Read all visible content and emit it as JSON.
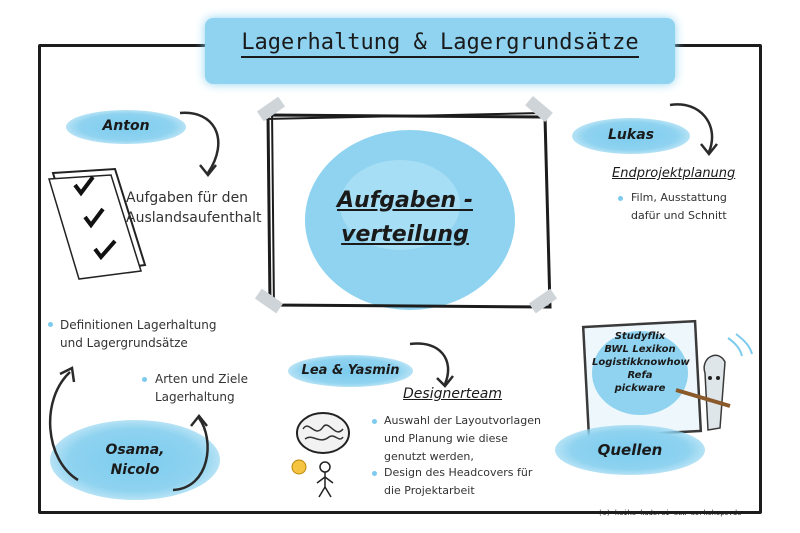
{
  "title": "Lagerhaltung & Lagergrundsätze",
  "center": {
    "line1": "Aufgaben -",
    "line2": "verteilung"
  },
  "anton": {
    "name": "Anton",
    "task_line1": "Aufgaben für den",
    "task_line2": "Auslandsaufenthalt"
  },
  "lukas": {
    "name": "Lukas",
    "role": "Endprojektplanung",
    "bullet_line1": "Film, Ausstattung",
    "bullet_line2": "dafür und Schnitt"
  },
  "lea": {
    "name": "Lea & Yasmin",
    "role": "Designerteam",
    "bullet1_line1": "Auswahl der Layoutvorlagen",
    "bullet1_line2": "und Planung wie diese",
    "bullet1_line3": "genutzt werden,",
    "bullet2_line1": "Design des Headcovers für",
    "bullet2_line2": "die Projektarbeit"
  },
  "osama": {
    "name_line1": "Osama,",
    "name_line2": "Nicolo",
    "bullet1_line1": "Definitionen Lagerhaltung",
    "bullet1_line2": "und Lagergrundsätze",
    "bullet2_line1": "Arten und Ziele",
    "bullet2_line2": "Lagerhaltung"
  },
  "quellen": {
    "label": "Quellen",
    "sources": [
      "Studyflix",
      "BWL Lexikon",
      "Logistikknowhow",
      "Refa",
      "pickware"
    ]
  },
  "footer": "(c) heike kaderei www-workshops.de",
  "colors": {
    "accent": "#8fd3f0",
    "ink": "#1a1a1a"
  }
}
